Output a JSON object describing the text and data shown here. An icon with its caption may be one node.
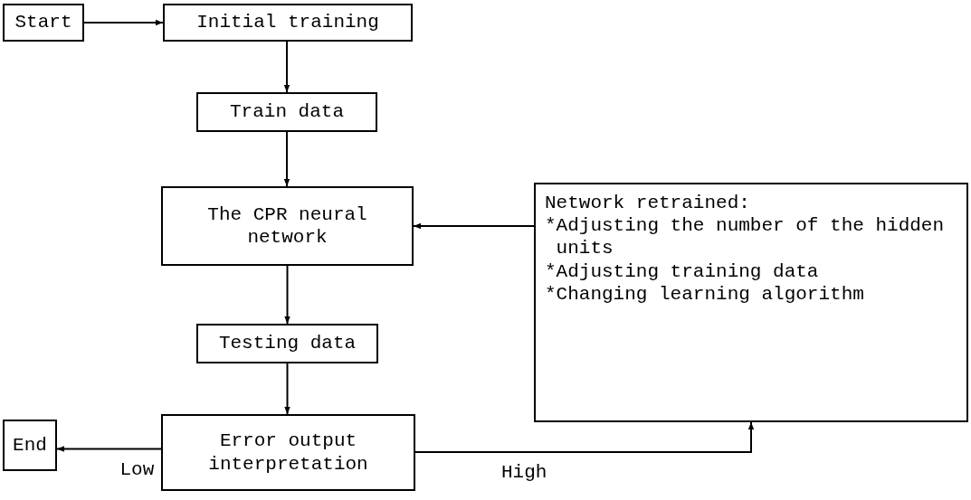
{
  "diagram": {
    "nodes": [
      {
        "text": [
          "Start"
        ]
      },
      {
        "text": [
          "Initial training"
        ]
      },
      {
        "text": [
          "Train data"
        ]
      },
      {
        "text": [
          "The CPR neural network"
        ]
      },
      {
        "text": [
          "Network retrained:",
          "*Adjusting the number of the hidden units",
          "*Adjusting training data",
          "*Changing learning algorithm"
        ]
      },
      {
        "text": [
          "Testing data"
        ]
      },
      {
        "text": [
          "Error output interpretation"
        ]
      },
      {
        "text": [
          "End"
        ]
      }
    ],
    "edges": [
      {
        "from": 0,
        "to": 1,
        "arrow": "to"
      },
      {
        "from": 1,
        "to": 2,
        "arrow": "to"
      },
      {
        "from": 2,
        "to": 3,
        "arrow": "to"
      },
      {
        "from": 4,
        "to": 3,
        "arrow": "to"
      },
      {
        "from": 3,
        "to": 5,
        "arrow": "to"
      },
      {
        "from": 5,
        "to": 6,
        "arrow": "to"
      },
      {
        "from": 6,
        "to": 7,
        "label": "Low",
        "arrow": "to"
      },
      {
        "from": 6,
        "to": 4,
        "label": "High",
        "arrow": "to"
      }
    ]
  }
}
